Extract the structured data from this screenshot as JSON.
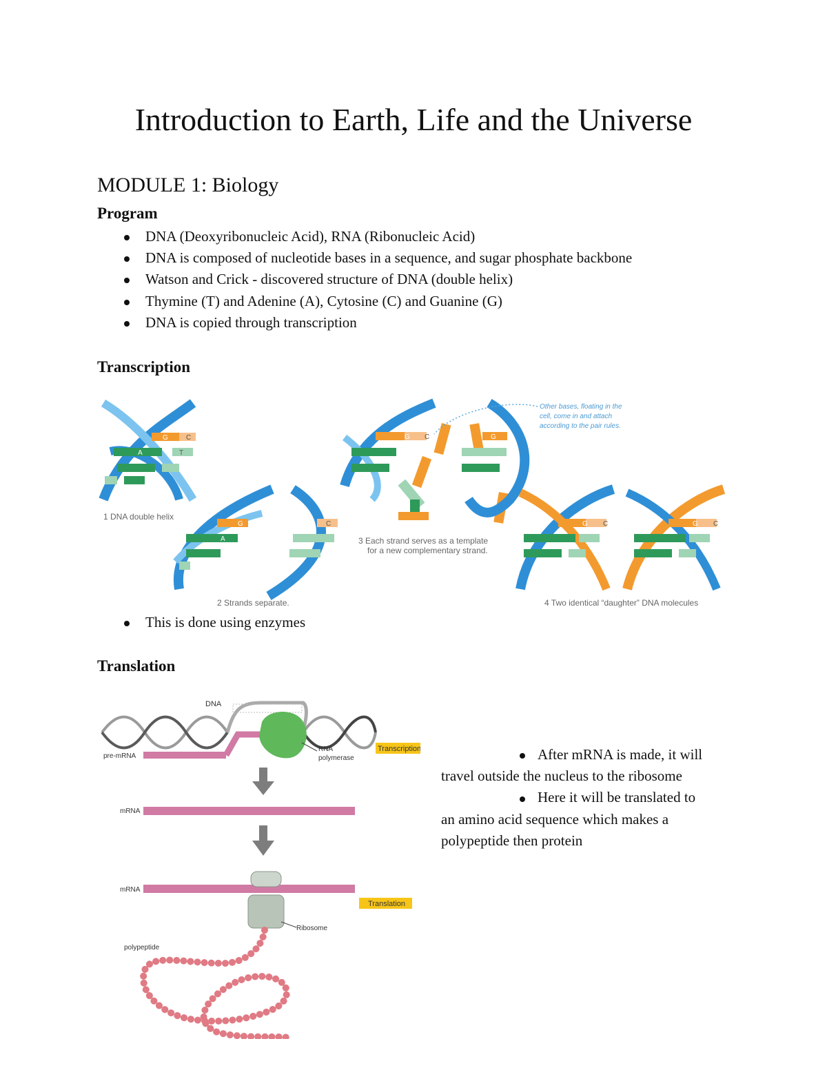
{
  "doc": {
    "title": "Introduction to Earth, Life and the Universe",
    "module": "MODULE 1: Biology",
    "program_heading": "Program",
    "program_bullets": [
      "DNA (Deoxyribonucleic Acid), RNA (Ribonucleic Acid)",
      " DNA is composed of nucleotide bases in a sequence, and sugar phosphate backbone",
      " Watson and Crick - discovered structure of DNA (double helix)",
      "Thymine (T) and Adenine (A), Cytosine (C) and Guanine (G)",
      "DNA is copied through transcription"
    ],
    "transcription_heading": "Transcription",
    "transcription_bullet": "This is done using enzymes",
    "translation_heading": "Translation",
    "side_lines": [
      "After mRNA is made, it will",
      "travel outside the nucleus to the ribosome",
      "Here it will be translated to",
      "an amino acid sequence which makes a",
      "polypeptide then protein"
    ]
  },
  "fig1": {
    "step1": "1  DNA double helix",
    "step2": "2  Strands separate.",
    "step3_line1": "3  Each strand serves as a template",
    "step3_line2": "for a new complementary strand.",
    "step4": "4  Two identical “daughter” DNA molecules",
    "note_line1": "Other bases, floating in the",
    "note_line2": "cell, come in and attach",
    "note_line3": "according to the pair rules.",
    "base_G": "G",
    "base_C": "C",
    "base_A": "A",
    "base_T": "T",
    "colors": {
      "helix": "#2f8fd6",
      "helix_light": "#7cc4ef",
      "orange": "#f39a2e",
      "green": "#2e9a5a",
      "green_light": "#9fd4b4",
      "peach": "#f7c08a"
    }
  },
  "fig2": {
    "dna": "DNA",
    "pre_mrna": "pre-mRNA",
    "rna_polymerase_line1": "RNA",
    "rna_polymerase_line2": "polymerase",
    "transcription_tag": "Transcription",
    "mrna1": "mRNA",
    "mrna2": "mRNA",
    "translation_tag": "Translation",
    "ribosome": "Ribosome",
    "polypeptide": "polypeptide",
    "colors": {
      "mrna": "#d07aa4",
      "tag": "#f7c518",
      "polymerase": "#5fb85a",
      "ribosome": "#b8c4b8",
      "bead": "#e07a84",
      "arrow": "#7d7d7d"
    }
  }
}
